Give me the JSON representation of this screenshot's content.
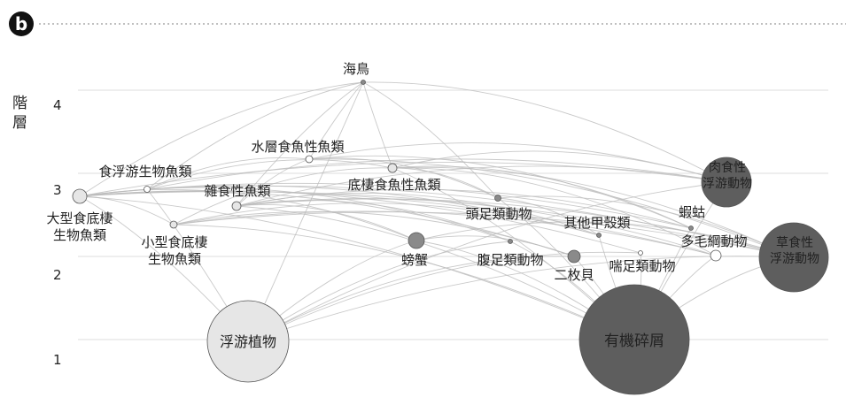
{
  "panel": {
    "label": "b"
  },
  "axis": {
    "title": "階層",
    "ticks": [
      "1",
      "2",
      "3",
      "4"
    ]
  },
  "nodes": [
    {
      "id": "seabird",
      "label": "海鳥"
    },
    {
      "id": "midwater-fish",
      "label": "水層食魚性魚類"
    },
    {
      "id": "planktivorous-fish",
      "label": "食浮游生物魚類"
    },
    {
      "id": "demersal-piscivore",
      "label": "底棲食魚性魚類"
    },
    {
      "id": "piscivorous-fish",
      "label": "雜食性魚類"
    },
    {
      "id": "large-benthic-fish",
      "label": "大型食底棲\n生物魚類"
    },
    {
      "id": "small-benthic-fish",
      "label": "小型食底棲\n生物魚類"
    },
    {
      "id": "crab",
      "label": "螃蟹"
    },
    {
      "id": "cephalopod",
      "label": "頭足類動物"
    },
    {
      "id": "other-crustacean",
      "label": "其他甲殼類"
    },
    {
      "id": "gastropod",
      "label": "腹足類動物"
    },
    {
      "id": "bivalve",
      "label": "二枚貝"
    },
    {
      "id": "echinoderm",
      "label": "喘足類動物"
    },
    {
      "id": "shrimp",
      "label": "蝦蛄"
    },
    {
      "id": "polychaete",
      "label": "多毛綱動物"
    },
    {
      "id": "carnivorous-zoo",
      "label": "肉食性\n浮游動物"
    },
    {
      "id": "herbivorous-zoo",
      "label": "草食性\n浮游動物"
    },
    {
      "id": "phytoplankton",
      "label": "浮游植物"
    },
    {
      "id": "detritus",
      "label": "有機碎屑"
    }
  ],
  "colors": {
    "badge": "#111111",
    "gridline": "#dddddd",
    "edge": "#bbbbbb",
    "node_light": "#e6e6e6",
    "node_mid": "#8a8a8a",
    "node_dark": "#5e5e5e",
    "node_white": "#ffffff"
  }
}
